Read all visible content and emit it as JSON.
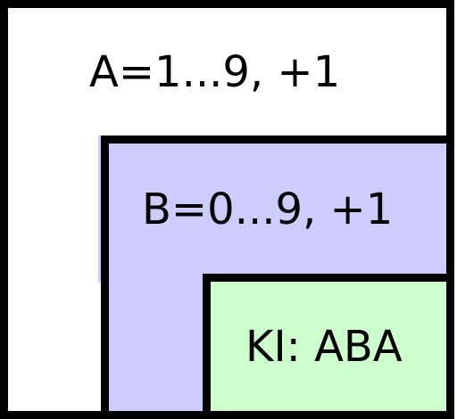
{
  "boxes": {
    "outer": {
      "label": "A=1...9, +1",
      "fill": "#ffffff",
      "border": "#000000"
    },
    "middle": {
      "label": "B=0...9, +1",
      "fill": "#ccccff",
      "border": "#000000"
    },
    "inner": {
      "label": "KI: ABA",
      "fill": "#ccffcc",
      "border": "#000000"
    }
  }
}
